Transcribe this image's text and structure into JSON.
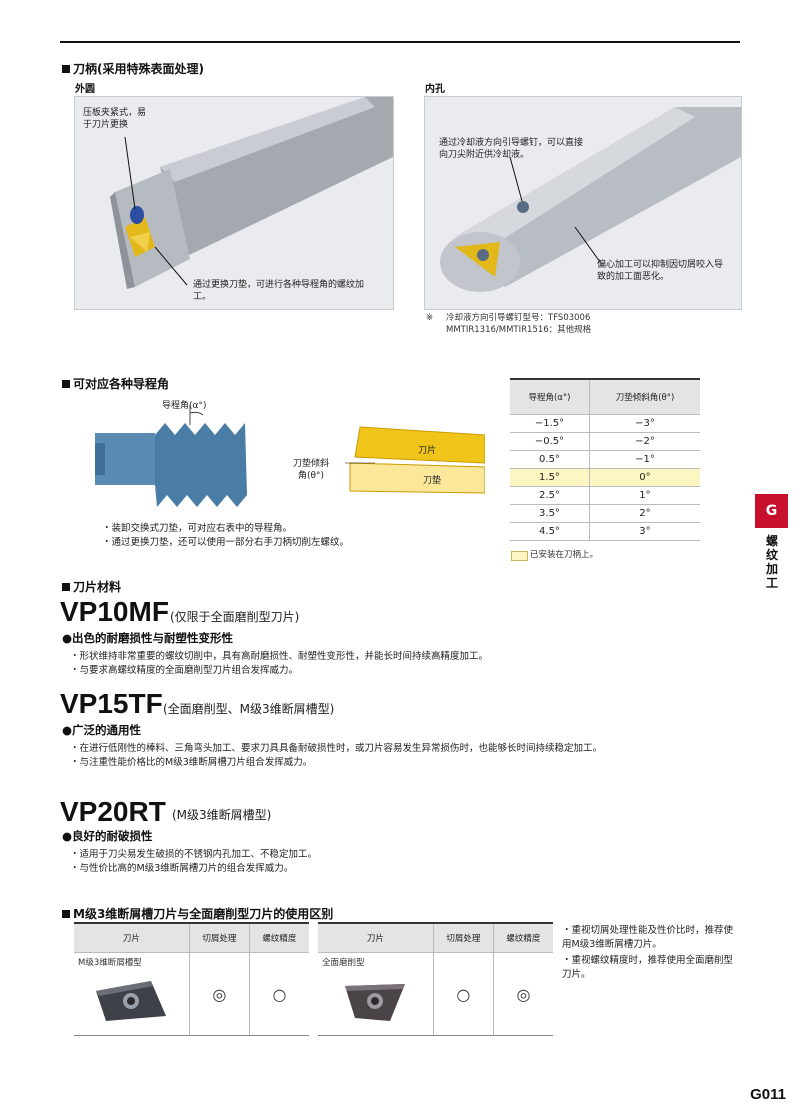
{
  "header": {
    "section1_title": "刀柄(采用特殊表面处理)",
    "external_label": "外圆",
    "internal_label": "内孔",
    "ext_callout_top": "压板夹紧式，易于刀片更换",
    "ext_callout_bottom": "通过更换刀垫，可进行各种导程角的螺纹加工。",
    "int_callout_top": "通过冷却液方向引导螺钉，可以直接向刀尖附近供冷却液。",
    "int_callout_bottom": "偏心加工可以抑制因切屑咬入导致的加工面恶化。",
    "note_mark": "※",
    "note_line1": "冷却液方向引导螺钉型号：TFS03006",
    "note_line2": "MMTIR1316/MMTIR1516：其他规格"
  },
  "lead_angle": {
    "section_title": "可对应各种导程角",
    "lead_label": "导程角(α°)",
    "shim_tilt_label": "刀垫倾斜角(θ°)",
    "insert_label": "刀片",
    "shim_label": "刀垫",
    "bullet1": "装卸交换式刀垫，可对应右表中的导程角。",
    "bullet2": "通过更换刀垫，还可以使用一部分右手刀柄切削左螺纹。",
    "table_headers": [
      "导程角(α°)",
      "刀垫倾斜角(θ°)"
    ],
    "rows": [
      [
        "−1.5°",
        "−3°"
      ],
      [
        "−0.5°",
        "−2°"
      ],
      [
        "0.5°",
        "−1°"
      ],
      [
        "1.5°",
        "0°"
      ],
      [
        "2.5°",
        "1°"
      ],
      [
        "3.5°",
        "2°"
      ],
      [
        "4.5°",
        "3°"
      ]
    ],
    "legend": "已安装在刀柄上。",
    "highlight_color": "#fdf6c3"
  },
  "materials": {
    "section_title": "刀片材料",
    "grades": [
      {
        "name": "VP10MF",
        "note": "(仅限于全面磨削型刀片)",
        "feature": "出色的耐磨损性与耐塑性变形性",
        "bullets": [
          "形状维持非常重要的螺纹切削中，具有高耐磨损性、耐塑性变形性，并能长时间持续高精度加工。",
          "与要求高螺纹精度的全面磨削型刀片组合发挥威力。"
        ]
      },
      {
        "name": "VP15TF",
        "note": "(全面磨削型、M级3维断屑槽型)",
        "feature": "广泛的通用性",
        "bullets": [
          "在进行低刚性的棒料、三角弯头加工、要求刀具具备耐破损性时，或刀片容易发生异常损伤时，也能够长时间持续稳定加工。",
          "与注重性能价格比的M级3维断屑槽刀片组合发挥威力。"
        ]
      },
      {
        "name": "VP20RT",
        "note": "(M级3维断屑槽型)",
        "feature": "良好的耐破损性",
        "bullets": [
          "适用于刀尖易发生破损的不锈钢内孔加工、不稳定加工。",
          "与性价比高的M级3维断屑槽刀片的组合发挥威力。"
        ]
      }
    ]
  },
  "usage": {
    "section_title": "M级3维断屑槽刀片与全面磨削型刀片的使用区别",
    "headers": [
      "刀片",
      "切屑处理",
      "螺纹精度"
    ],
    "left": {
      "type": "M级3维断屑槽型",
      "chip": "◎",
      "accuracy": "○"
    },
    "right": {
      "type": "全面磨削型",
      "chip": "○",
      "accuracy": "◎"
    },
    "note1": "重视切屑处理性能及性价比时，推荐使用M级3维断屑槽刀片。",
    "note2": "重视螺纹精度时，推荐使用全面磨削型刀片。"
  },
  "side_tab": {
    "letter": "G",
    "text": "螺纹加工"
  },
  "page_number": "G011"
}
